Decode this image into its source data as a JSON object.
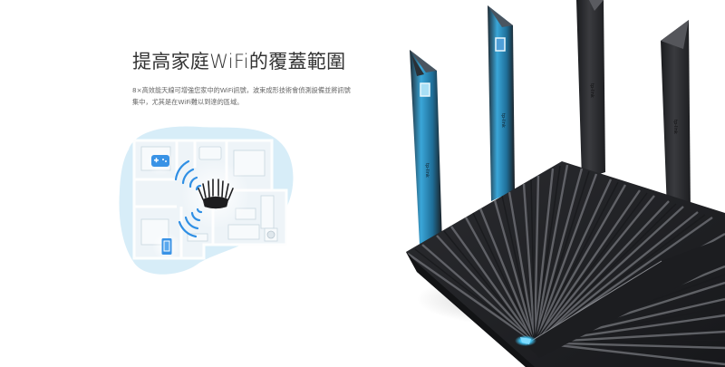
{
  "section": {
    "headline": "提高家庭WiFi的覆蓋範圍",
    "description": "8×高效能天線可增強您家中的WiFi訊號，波束成形技術會偵測設備並將訊號集中，尤其是在WiFi難以到達的區域。"
  },
  "illustration": {
    "type": "floor-plan-coverage",
    "devices": [
      "gamepad-icon",
      "smartphone-icon",
      "router-icon"
    ],
    "coverage_color": "#bfe3f3",
    "accent_color": "#2a8fe0"
  },
  "product_image": {
    "brand_mark": "tp-link",
    "antenna_count_visible": 4,
    "led_color": "#3fc0f0",
    "body_color": "#2a2b2e"
  }
}
